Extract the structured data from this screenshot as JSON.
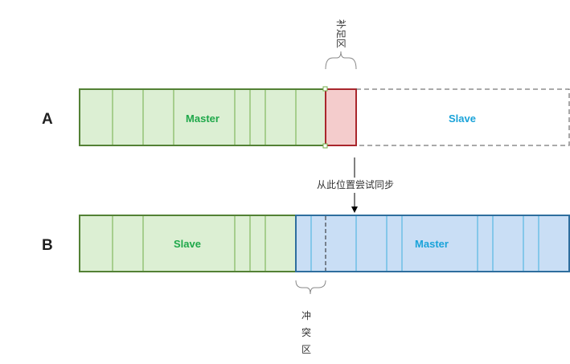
{
  "rows": {
    "a": {
      "label": "A",
      "left_block": "Master",
      "right_block": "Slave"
    },
    "b": {
      "label": "B",
      "left_block": "Slave",
      "right_block": "Master"
    }
  },
  "annotations": {
    "supplement_zone": "补足区",
    "sync_start": "从此位置尝试同步",
    "conflict_zone": [
      "冲",
      "突",
      "区"
    ]
  },
  "colors": {
    "green_fill": "#dcefd3",
    "green_stroke": "#538135",
    "green_divider": "#70ad47",
    "red_fill": "#f4cccc",
    "red_stroke": "#a9262c",
    "blue_fill": "#c9def5",
    "blue_stroke": "#2e6e9e",
    "blue_divider": "#3fb0e0",
    "green_text": "#1fa84a",
    "blue_text": "#1aa3d9"
  }
}
